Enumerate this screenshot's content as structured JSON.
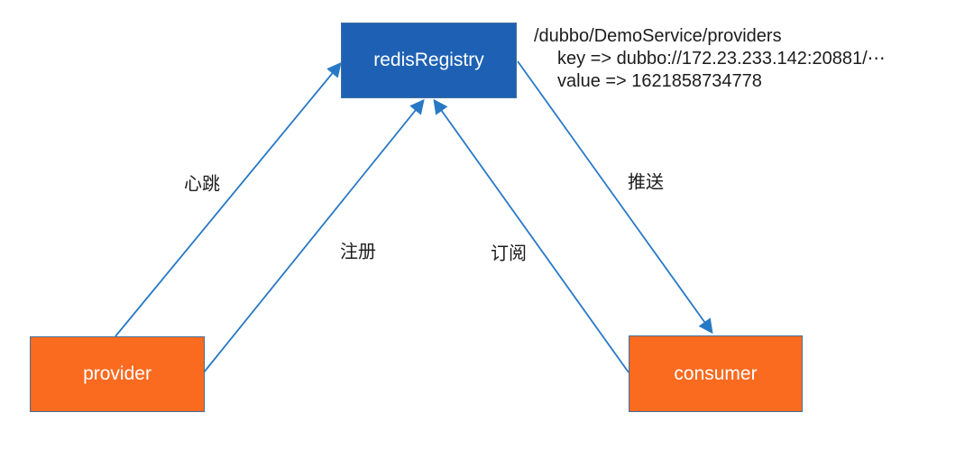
{
  "diagram": {
    "nodes": {
      "registry": {
        "label": "redisRegistry"
      },
      "provider": {
        "label": "provider"
      },
      "consumer": {
        "label": "consumer"
      }
    },
    "edges": {
      "heartbeat": {
        "label": "心跳",
        "from": "provider",
        "to": "registry"
      },
      "register": {
        "label": "注册",
        "from": "provider",
        "to": "registry"
      },
      "subscribe": {
        "label": "订阅",
        "from": "consumer",
        "to": "registry"
      },
      "push": {
        "label": "推送",
        "from": "registry",
        "to": "consumer"
      }
    },
    "annotation": {
      "path_line": "/dubbo/DemoService/providers",
      "key_line": "key => dubbo://172.23.233.142:20881/⋯",
      "value_line": "value => 1621858734778"
    },
    "colors": {
      "registry_fill": "#1e61b4",
      "endpoint_fill": "#fa6a1f",
      "arrow": "#2879c5",
      "node_border": "#41719c",
      "label_text": "#1c1c1c",
      "node_text": "#ffffff"
    }
  }
}
